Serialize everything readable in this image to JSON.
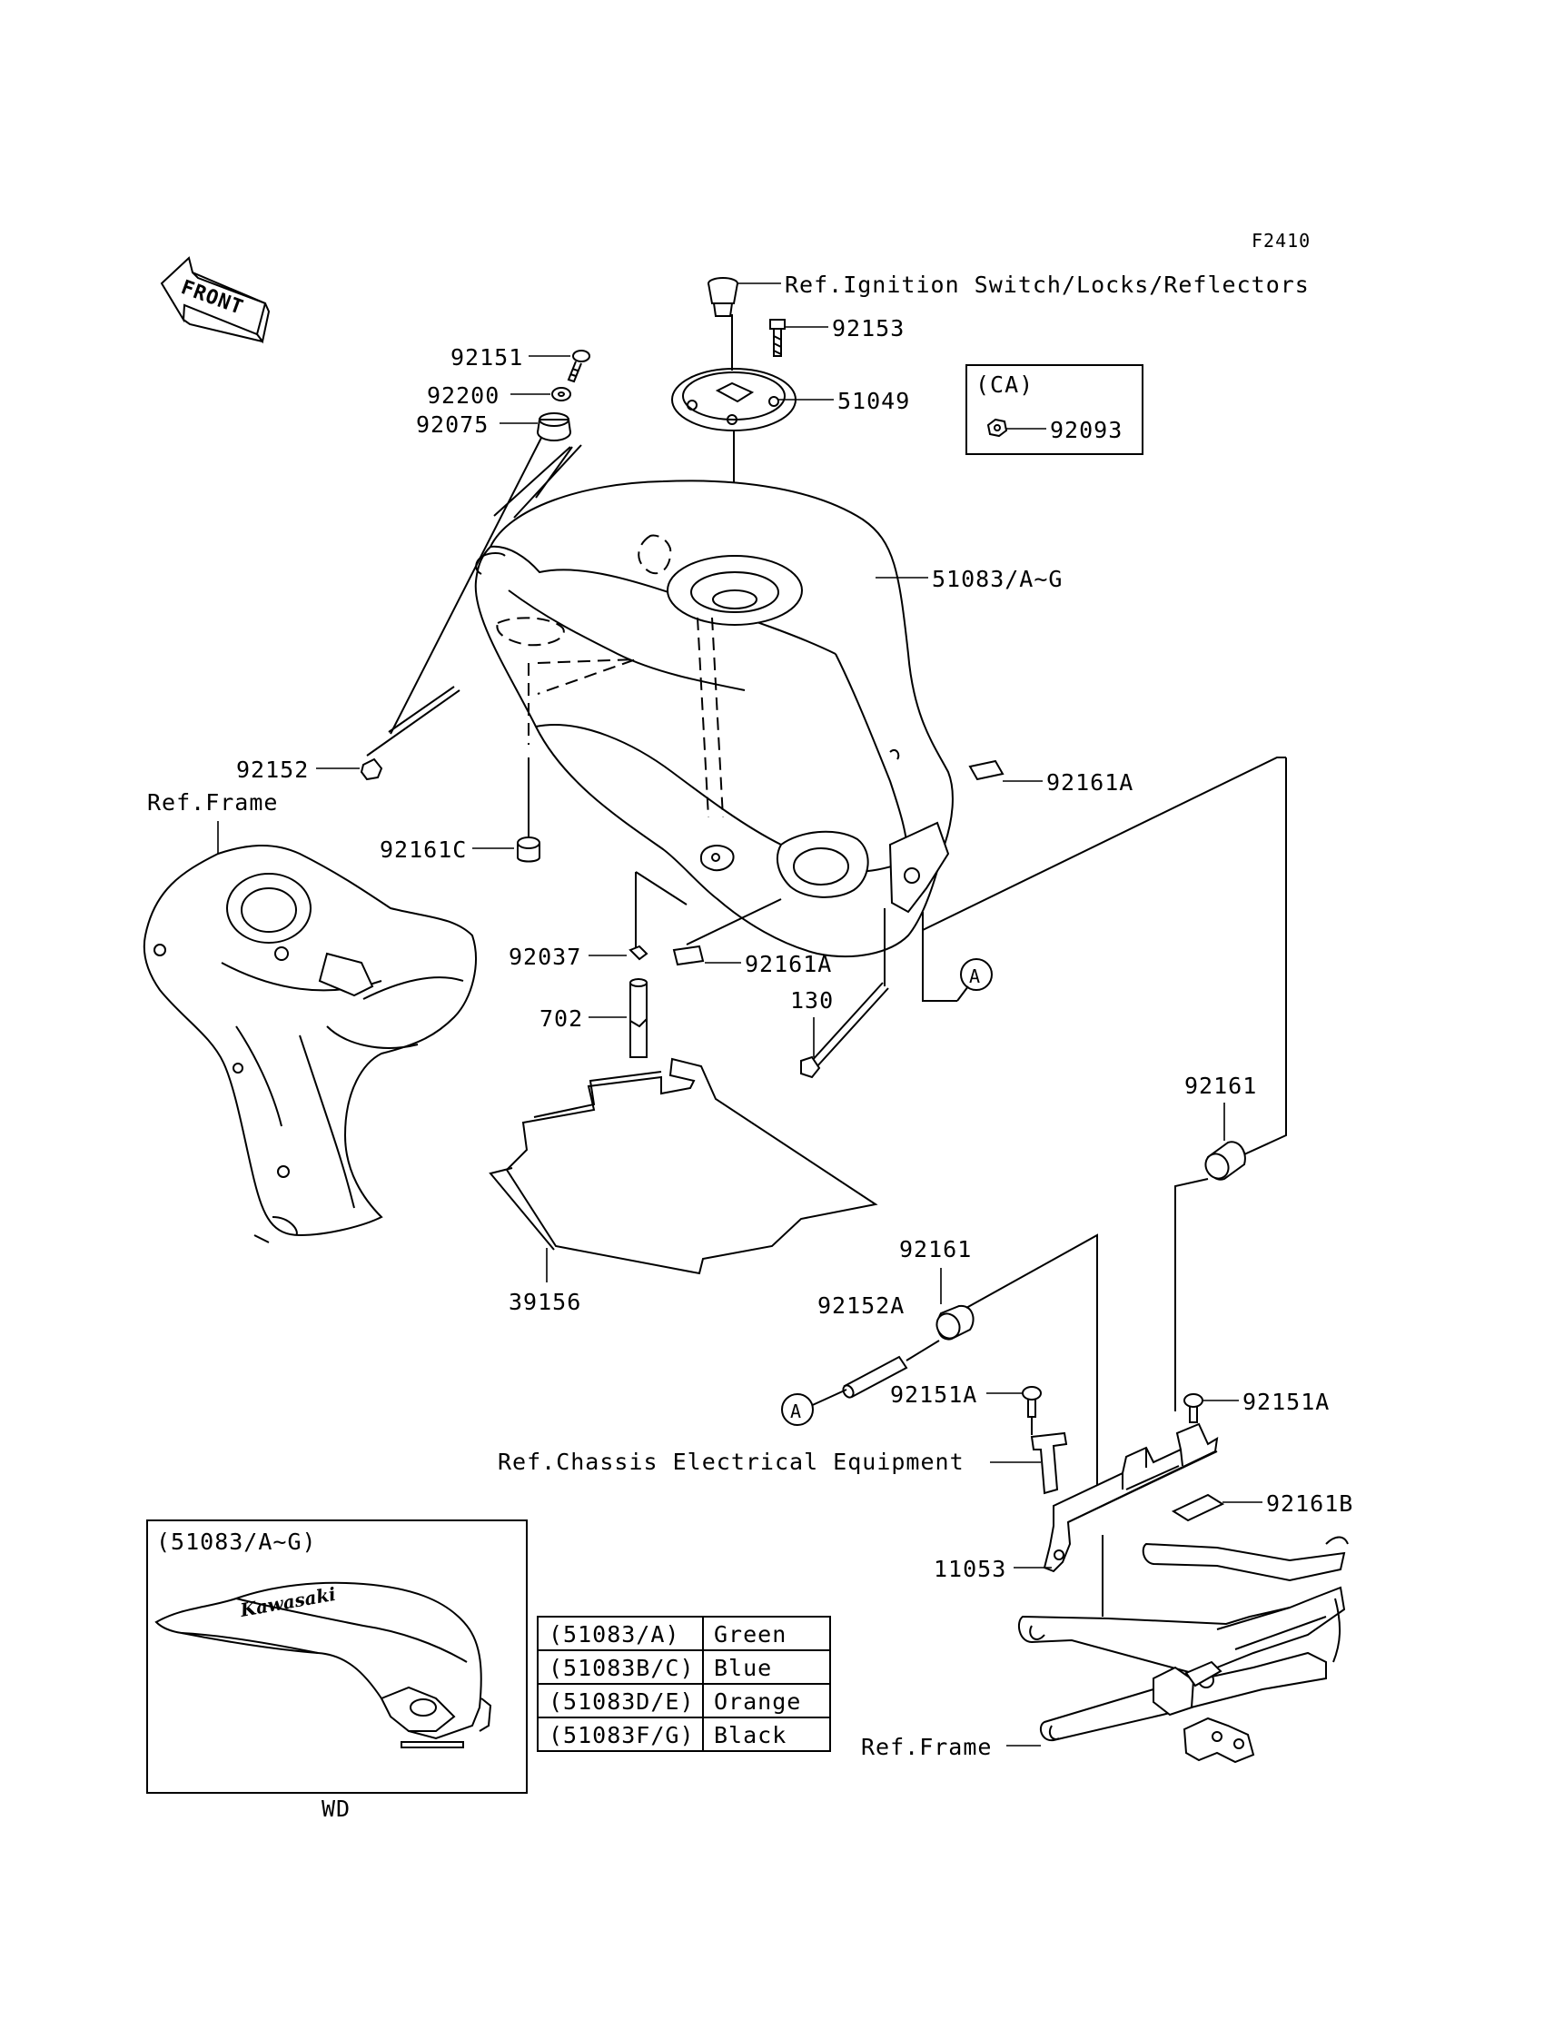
{
  "figure_code": "F2410",
  "front_label": "FRONT",
  "callouts": {
    "ignition_ref": "Ref.Ignition Switch/Locks/Reflectors",
    "p92153": "92153",
    "p51049": "51049",
    "ca_label": "(CA)",
    "p92093": "92093",
    "p92151": "92151",
    "p92200": "92200",
    "p92075": "92075",
    "p51083": "51083/A~G",
    "p92152": "92152",
    "ref_frame_left": "Ref.Frame",
    "p92161A_upper": "92161A",
    "p92161C": "92161C",
    "p92037": "92037",
    "p92161A_lower": "92161A",
    "circle_a_1": "A",
    "p130": "130",
    "p702": "702",
    "p92161_right": "92161",
    "p39156": "39156",
    "p92161_mid": "92161",
    "p92152A": "92152A",
    "circle_a_2": "A",
    "p92151A_left": "92151A",
    "p92151A_right": "92151A",
    "chassis_ref": "Ref.Chassis Electrical Equipment",
    "p92161B": "92161B",
    "p11053": "11053",
    "ref_frame_bottom": "Ref.Frame"
  },
  "inset": {
    "title": "(51083/A~G)",
    "tank_brand": "Kawasaki",
    "caption": "WD"
  },
  "color_table": [
    {
      "part": "(51083/A)",
      "color": "Green"
    },
    {
      "part": "(51083B/C)",
      "color": "Blue"
    },
    {
      "part": "(51083D/E)",
      "color": "Orange"
    },
    {
      "part": "(51083F/G)",
      "color": "Black"
    }
  ]
}
